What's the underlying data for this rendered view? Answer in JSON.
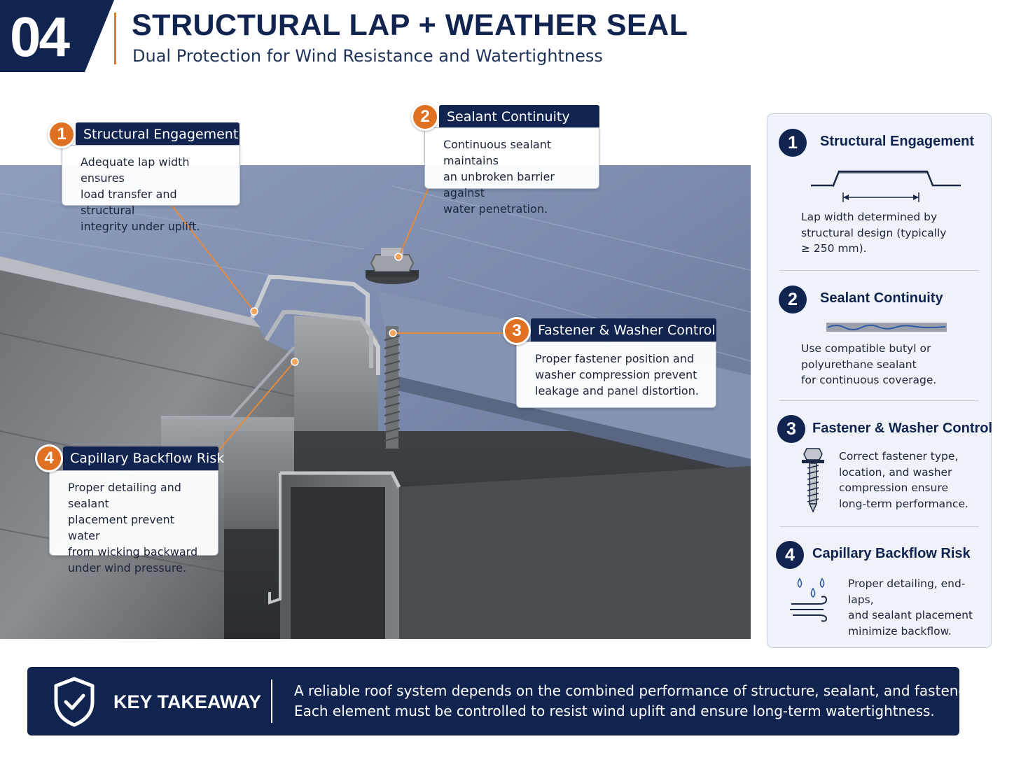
{
  "header": {
    "number": "04",
    "title": "STRUCTURAL LAP + WEATHER SEAL",
    "subtitle": "Dual Protection for Wind Resistance and Watertightness"
  },
  "colors": {
    "navy": "#10244f",
    "orange": "#e07022",
    "panel_bg": "#eff2f8"
  },
  "callouts": [
    {
      "num": "1",
      "title": "Structural Engagement",
      "lines": [
        "Adequate lap width ensures",
        "load transfer and structural",
        "integrity under uplift."
      ]
    },
    {
      "num": "2",
      "title": "Sealant Continuity",
      "lines": [
        "Continuous sealant maintains",
        "an unbroken barrier against",
        "water penetration."
      ]
    },
    {
      "num": "3",
      "title": "Fastener & Washer Control",
      "lines": [
        "Proper fastener position and",
        "washer compression prevent",
        "leakage and panel distortion."
      ]
    },
    {
      "num": "4",
      "title": "Capillary Backflow Risk",
      "lines": [
        "Proper detailing and sealant",
        "placement prevent water",
        "from wicking backward",
        "under wind pressure."
      ]
    }
  ],
  "panel": [
    {
      "num": "1",
      "title": "Structural Engagement",
      "icon": "lap-profile-icon",
      "lines": [
        "Lap width determined by",
        "structural design (typically",
        "≥ 250 mm)."
      ]
    },
    {
      "num": "2",
      "title": "Sealant Continuity",
      "icon": "sealant-bead-icon",
      "lines": [
        "Use compatible butyl or",
        "polyurethane sealant",
        "for continuous coverage."
      ]
    },
    {
      "num": "3",
      "title": "Fastener & Washer Control",
      "icon": "screw-icon",
      "lines": [
        "Correct fastener type,",
        "location, and washer",
        "compression ensure",
        "long-term performance."
      ]
    },
    {
      "num": "4",
      "title": "Capillary Backflow Risk",
      "icon": "water-wind-icon",
      "lines": [
        "Proper detailing, end-laps,",
        "and sealant placement",
        "minimize backflow."
      ]
    }
  ],
  "takeaway": {
    "label": "KEY TAKEAWAY",
    "icon": "shield-check-icon",
    "lines": [
      "A reliable roof system depends on the combined performance of structure, sealant, and fasteners.",
      "Each element must be controlled to resist wind uplift and ensure long-term watertightness."
    ]
  }
}
